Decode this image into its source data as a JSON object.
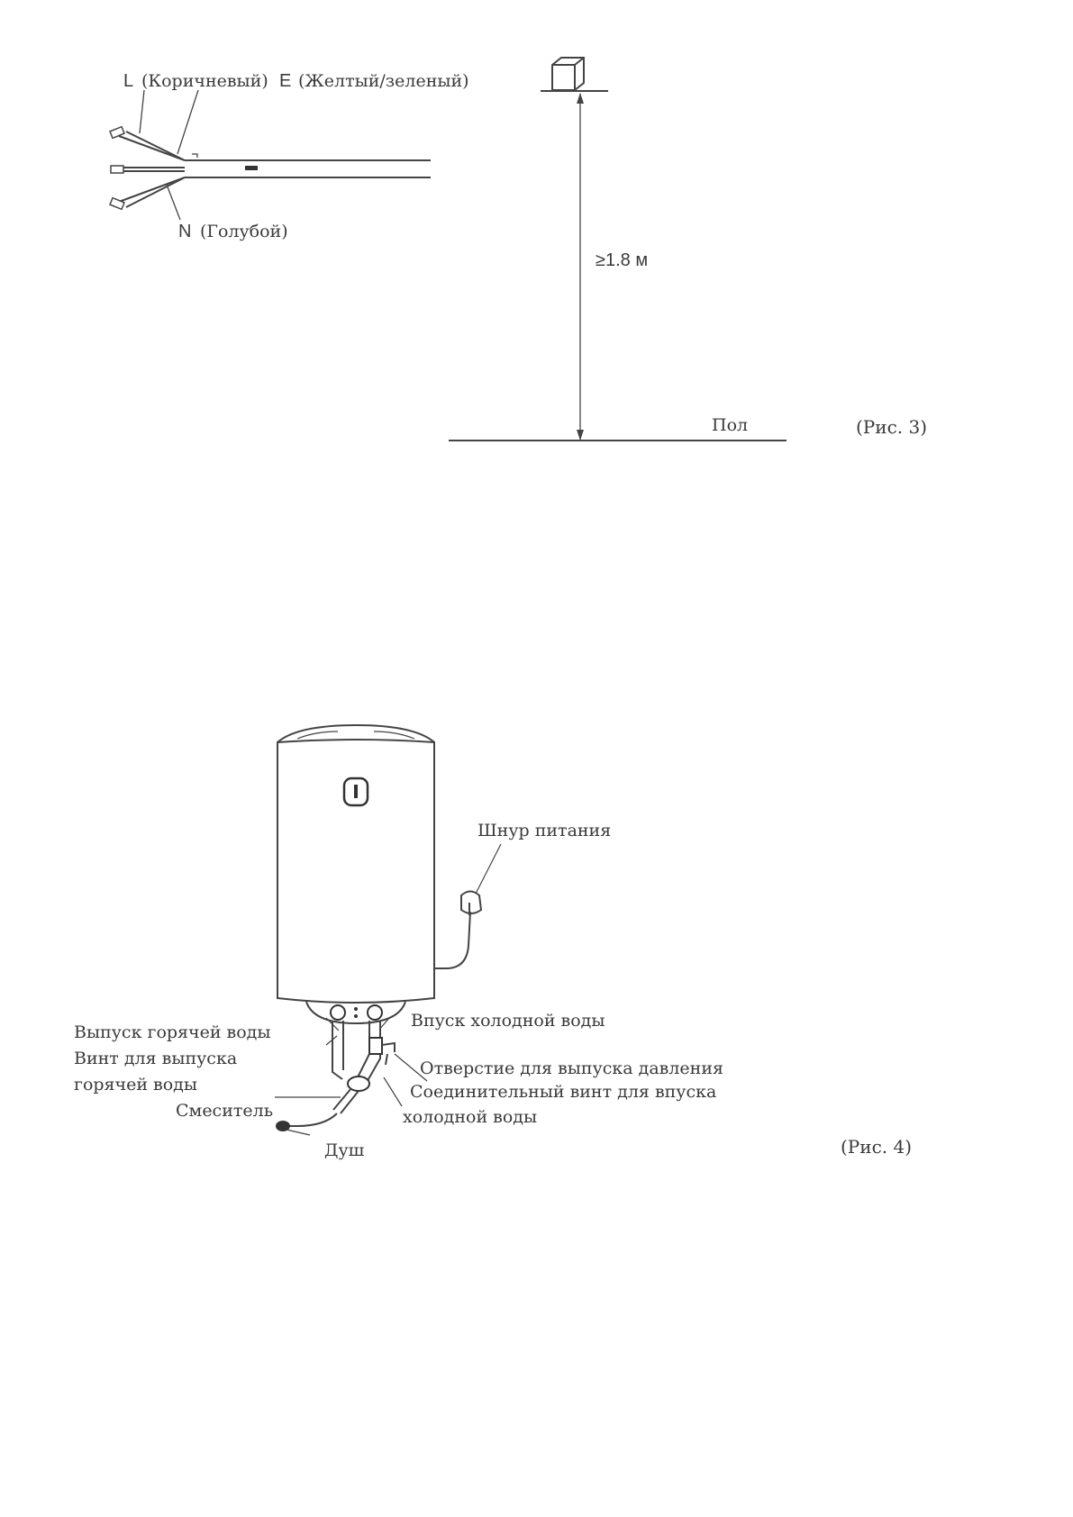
{
  "fig3": {
    "wires": {
      "live_letter": "L",
      "live_color": "(Коричневый)",
      "earth_letter": "E",
      "earth_color": "(Желтый/зеленый)",
      "neutral_letter": "N",
      "neutral_color": "(Голубой)"
    },
    "height_label": "≥1.8 м",
    "floor_label": "Пол",
    "caption": "(Рис. 3)"
  },
  "fig4": {
    "power_cord_label": "Шнур питания",
    "hot_outlet_label": "Выпуск горячей воды",
    "hot_screw_label_line1": "Винт для выпуска",
    "hot_screw_label_line2": "горячей воды",
    "mixer_label": "Смеситель",
    "shower_label": "Душ",
    "cold_inlet_label": "Впуск холодной воды",
    "pressure_hole_label": "Отверстие для выпуска давления",
    "cold_screw_label_line1": "Соединительный винт для впуска",
    "cold_screw_label_line2": "холодной воды",
    "caption": "(Рис. 4)"
  }
}
